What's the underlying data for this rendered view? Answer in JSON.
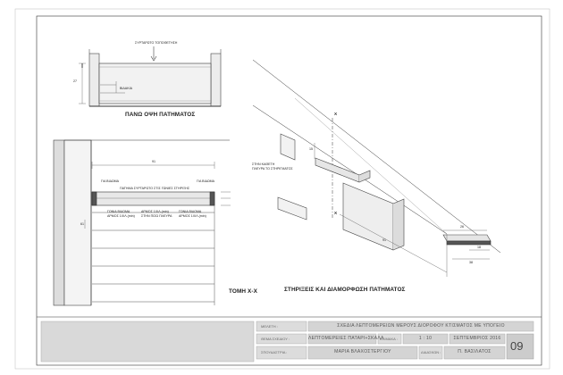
{
  "drawing": {
    "plan": {
      "arrow_label": "ΣΥΡΤΑΡΩΤΟ ΤΟΠΟΘΕΤΗΣΗ",
      "bolt_note": "ΒΙΔΑΚΙΑ",
      "title": "ΠΑΝΩ ΟΨΗ ΠΑΤΗΜΑΤΟΣ",
      "dim_left": "27"
    },
    "section": {
      "dim_top": "91",
      "left_note": "ΓΙΑ ΒΙΔΩΜΑ",
      "right_note": "ΓΙΑ ΒΙΔΩΜΑ",
      "tread_note": "ΠΑΤΗΜΑ ΣΥΡΤΑΡΩΤΟ ΣΤΙΣ ΓΩΝΙΕΣ ΣΤΗΡΙΞΗΣ",
      "note_a1": "ΓΩΝΙΑ ΒΙΔΩΜΑ",
      "note_a2": "ΑΡΜΟΣ 1ΧΙΛ.(min)",
      "note_b1": "ΑΡΜΟΣ 1ΧΙΛ.(min)",
      "note_b2": "ΣΤΗΝ ΠΙΣΩ ΠΛΕΥΡΑ",
      "note_c1": "ΓΩΝΙΑ ΒΙΔΩΜΑ",
      "note_c2": "ΑΡΜΟΣ 1ΧΙΛ.(min)",
      "dim_side": "61",
      "title": "ΤΟΜΗ Χ-Χ"
    },
    "iso": {
      "x_marker": "X",
      "support_note_1": "ΣΤΗΝ ΚΑΘΕΤΗ",
      "support_note_2": "ΠΛΕΥΡΑ ΤΟ ΣΤΗΡΙΓΜΑΤΟΣ",
      "dim_a": "15",
      "dim_b": "26",
      "dim_c": "18",
      "dim_d": "91",
      "dim_e": "38",
      "title": "ΣΤΗΡΙΞΕΙΣ ΚΑΙ ΔΙΑΜΟΡΦΩΣΗ ΠΑΤΗΜΑΤΟΣ"
    }
  },
  "title_block": {
    "study_label": "ΜΕΛΕΤΗ :",
    "study_value": "ΣΧΕΔΙΑ ΛΕΠΤΟΜΕΡΕΙΩΝ ΜΕΡΟΥΣ ΔΙΟΡΟΦΟΥ ΚΤΙΣΜΑΤΟΣ ΜΕ ΥΠΟΓΕΙΟ",
    "subject_label": "ΘΕΜΑ ΣΧΕΔΙΟΥ :",
    "subject_value": "ΛΕΠΤΟΜΕΡΕΙΕΣ ΠΑΤΑΡΙ+ΣΚΑΛΑ",
    "scale_label": "ΚΛΙΜΑΚΑ :",
    "scale_value": "1 : 10",
    "date_value": "ΣΕΠΤΕΜΒΡΙΟΣ 2016",
    "author_label": "ΣΠΟΥΔΑΣΤΡΙΑ :",
    "author_value": "ΜΑΡΙΑ ΒΛΑΧΟΣΤΕΡΓΙΟΥ",
    "teacher_label": "ΔΙΔΑΣΚΩΝ :",
    "teacher_value": "Π. ΒΑΣΙΛΑΤΟΣ",
    "sheet_no": "09"
  }
}
